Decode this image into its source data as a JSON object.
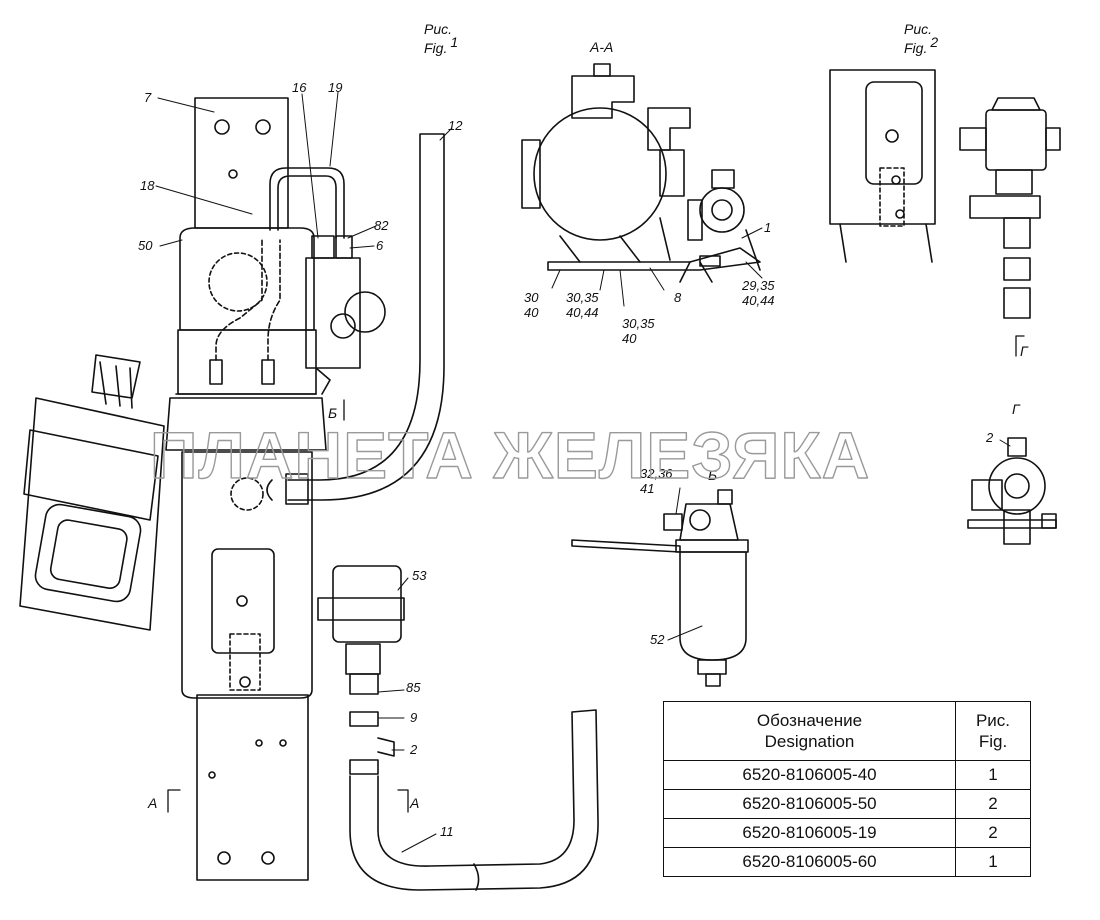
{
  "figures": {
    "fig1": [
      "Рис.",
      "Fig.",
      "1"
    ],
    "fig2": [
      "Рис.",
      "Fig.",
      "2"
    ]
  },
  "views": {
    "section_aa": "А-А",
    "view_b": "Б",
    "view_g": "Г",
    "mark_a": "А",
    "mark_b": "Б",
    "mark_g": "Г"
  },
  "callouts": [
    "7",
    "16",
    "19",
    "12",
    "18",
    "82",
    "6",
    "50",
    "53",
    "85",
    "9",
    "2",
    "11",
    "52",
    "1",
    "8",
    "30\n40",
    "30,35\n40,44",
    "30,35\n40",
    "29,35\n40,44",
    "32,36\n41",
    "2"
  ],
  "watermark": "ПЛАНЕТА ЖЕЛЕЗЯКА",
  "spec_table": {
    "header": [
      "Обозначение",
      "Designation",
      "Рис.",
      "Fig."
    ],
    "rows": [
      {
        "designation": "6520-8106005-40",
        "fig": "1"
      },
      {
        "designation": "6520-8106005-50",
        "fig": "2"
      },
      {
        "designation": "6520-8106005-19",
        "fig": "2"
      },
      {
        "designation": "6520-8106005-60",
        "fig": "1"
      }
    ]
  }
}
